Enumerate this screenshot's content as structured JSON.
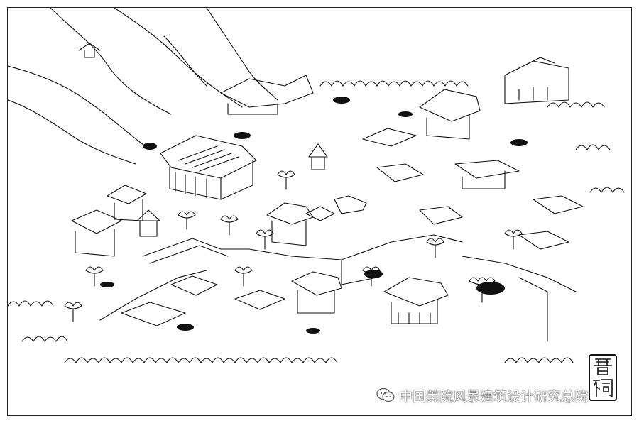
{
  "illustration": {
    "subject": "jinci-temple-complex",
    "style": "ink line drawing",
    "ink_color": "#111111",
    "paper_color": "#ffffff"
  },
  "seal": {
    "text": "晋祠"
  },
  "watermark": {
    "icon": "wechat-icon",
    "text": "中国美院风景建筑设计研究总院"
  }
}
